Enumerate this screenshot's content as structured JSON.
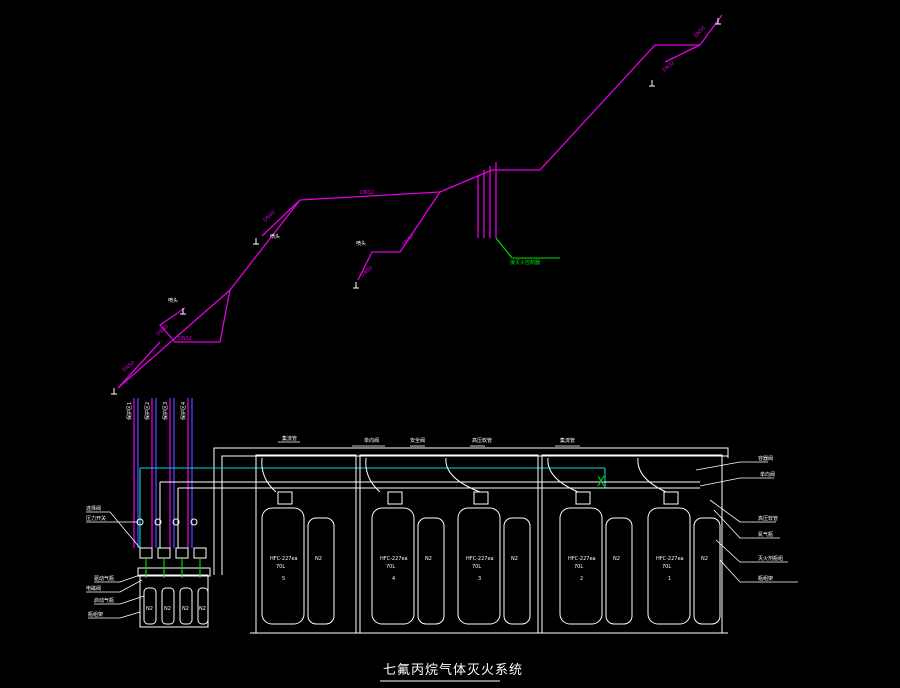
{
  "drawing": {
    "title": "七氟丙烷气体灭火系统",
    "colors": {
      "background": "#000000",
      "pipe_magenta": "#e000e0",
      "pipe_white": "#ffffff",
      "pipe_cyan": "#00d8d8",
      "pipe_blue": "#4848ff",
      "pipe_green": "#00e000"
    }
  },
  "isometric": {
    "size_labels": [
      "DN50",
      "DN40",
      "DN32",
      "DN40",
      "DN32",
      "DN50",
      "DN40",
      "DN32",
      "DN50"
    ],
    "nozzle_labels": [
      "喷头",
      "喷头",
      "喷头"
    ],
    "riser_note": "接灭火控制器",
    "icons": [
      "nozzle-icon"
    ]
  },
  "elevation": {
    "zone_pipe_labels": [
      "保护区1",
      "保护区2",
      "保护区3",
      "保护区4"
    ],
    "manifold_labels": [
      "集流管",
      "单向阀",
      "安全阀",
      "高压软管",
      "集流管"
    ],
    "left_callouts": [
      "选择阀",
      "压力开关",
      "驱动气瓶",
      "电磁阀",
      "启动气瓶",
      "瓶组架"
    ],
    "right_callouts": [
      "容器阀",
      "单向阀",
      "高压软管",
      "氮气瓶",
      "灭火剂瓶组",
      "瓶组架"
    ],
    "cylinder_units": [
      {
        "agent": "HFC-227ea",
        "volume": "70L",
        "number": "5",
        "pilot": "N2"
      },
      {
        "agent": "HFC-227ea",
        "volume": "70L",
        "number": "4",
        "pilot": "N2"
      },
      {
        "agent": "HFC-227ea",
        "volume": "70L",
        "number": "3",
        "pilot": "N2"
      },
      {
        "agent": "HFC-227ea",
        "volume": "70L",
        "number": "2",
        "pilot": "N2"
      },
      {
        "agent": "HFC-227ea",
        "volume": "70L",
        "number": "1",
        "pilot": "N2"
      }
    ],
    "pilot_cylinders": [
      "N2",
      "N2",
      "N2",
      "N2"
    ]
  }
}
